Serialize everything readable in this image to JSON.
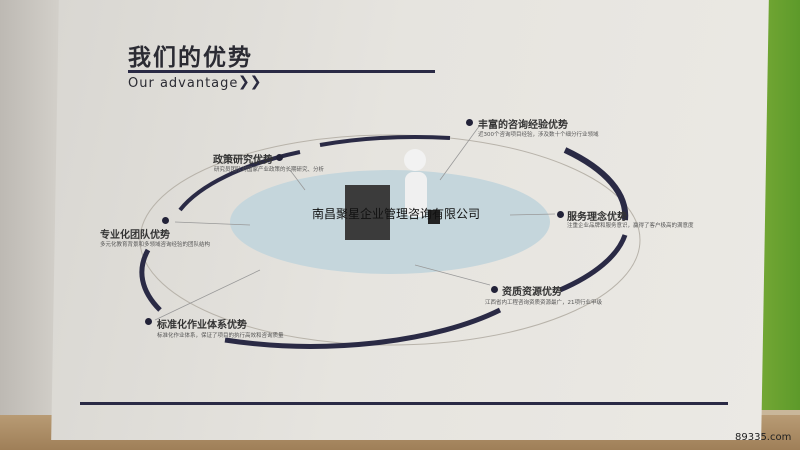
{
  "title": "我们的优势",
  "subtitle": "Our advantage",
  "chevrons": "❯❯",
  "company_overlay": "南昌聚星企业管理咨询有限公司",
  "watermark": "89335.com",
  "advantages": [
    {
      "title": "政策研究优势",
      "desc": "研究员团队对国家产业政策的长期研究、分析"
    },
    {
      "title": "丰富的咨询经验优势",
      "desc": "近300个咨询项目经验，涉及数十个细分行业领域"
    },
    {
      "title": "专业化团队优势",
      "desc": "多元化教育背景和多领域咨询经验的团队结构"
    },
    {
      "title": "服务理念优势",
      "desc": "注重企业品牌和服务意识，赢得了客户极高的满意度"
    },
    {
      "title": "资质资源优势",
      "desc": "江西省内工程咨询资质资源最广，21项行业甲级"
    },
    {
      "title": "标准化作业体系优势",
      "desc": "标准化作业体系，保证了项目的执行高效和咨询质量"
    }
  ],
  "colors": {
    "navy": "#2a2a45",
    "ellipse": "#c5d6dc"
  }
}
